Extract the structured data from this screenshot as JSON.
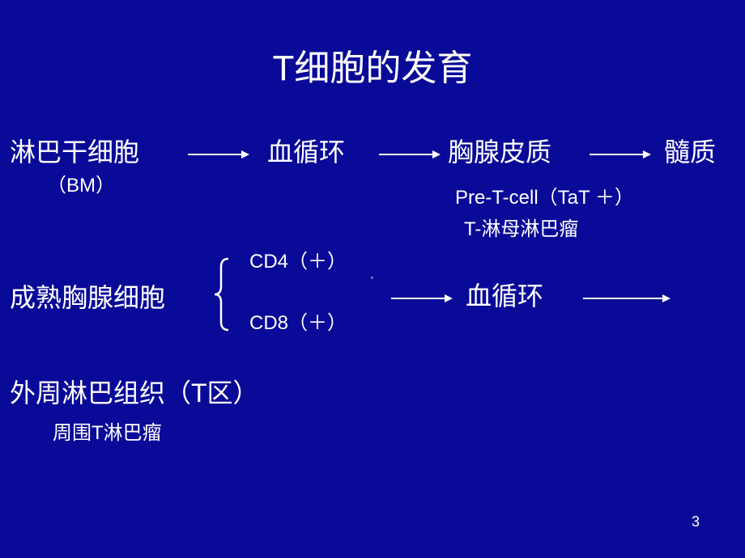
{
  "slide": {
    "title": "T细胞的发育",
    "row1": {
      "step1": "淋巴干细胞",
      "step1_sub": "（BM）",
      "step2": "血循环",
      "step3": "胸腺皮质",
      "step3_sub1": "Pre-T-cell（TaT ＋）",
      "step3_sub2": "T-淋母淋巴瘤",
      "step4": "髓质"
    },
    "row2": {
      "label": "成熟胸腺细胞",
      "branch_top": "CD4（＋）",
      "branch_bottom": "CD8（＋）",
      "step2": "血循环"
    },
    "row3": {
      "label": "外周淋巴组织（T区）",
      "sub": "周围T淋巴瘤"
    },
    "page_number": "3"
  },
  "colors": {
    "background": "#0a0a98",
    "text": "#ffffff"
  }
}
